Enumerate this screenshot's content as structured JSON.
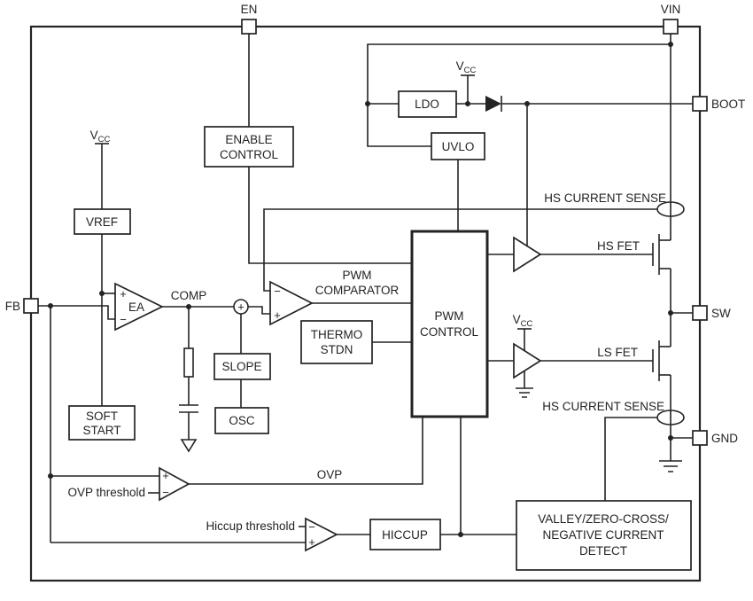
{
  "pins": {
    "en": {
      "label": "EN"
    },
    "vin": {
      "label": "VIN"
    },
    "boot": {
      "label": "BOOT"
    },
    "sw": {
      "label": "SW"
    },
    "gnd": {
      "label": "GND"
    },
    "fb": {
      "label": "FB"
    }
  },
  "blocks": {
    "ldo": {
      "label": "LDO"
    },
    "uvlo": {
      "label": "UVLO"
    },
    "enable_control": {
      "line1": "ENABLE",
      "line2": "CONTROL"
    },
    "vref": {
      "label": "VREF"
    },
    "soft_start": {
      "line1": "SOFT",
      "line2": "START"
    },
    "slope": {
      "label": "SLOPE"
    },
    "osc": {
      "label": "OSC"
    },
    "thermo_stdn": {
      "line1": "THERMO",
      "line2": "STDN"
    },
    "pwm_control": {
      "line1": "PWM",
      "line2": "CONTROL"
    },
    "hiccup": {
      "label": "HICCUP"
    },
    "valley_detect": {
      "line1": "VALLEY/ZERO-CROSS/",
      "line2": "NEGATIVE CURRENT",
      "line3": "DETECT"
    }
  },
  "comparators": {
    "error_amp": {
      "label": "EA",
      "plus": "+",
      "minus": "−"
    },
    "pwm_comparator": {
      "label_line1": "PWM",
      "label_line2": "COMPARATOR",
      "plus": "+",
      "minus": "−"
    },
    "ovp": {
      "threshold_label": "OVP threshold",
      "plus": "+",
      "minus": "−"
    },
    "hiccup_comp": {
      "threshold_label": "Hiccup threshold",
      "plus": "+",
      "minus": "−"
    },
    "summing_node": {
      "plus": "+"
    }
  },
  "signals": {
    "comp": "COMP",
    "ovp": "OVP",
    "hs_current_sense_top": "HS CURRENT SENSE",
    "hs_current_sense_bottom": "HS CURRENT SENSE",
    "hs_fet": "HS FET",
    "ls_fet": "LS FET",
    "vcc_v": "V",
    "vcc_sub": "CC"
  },
  "colors": {
    "ink": "#232323",
    "bg": "#ffffff"
  }
}
